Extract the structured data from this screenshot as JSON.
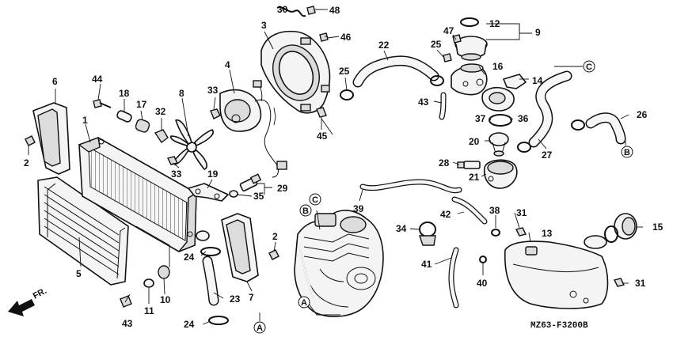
{
  "diagram_code": "MZ63-F3200B",
  "direction_label": "FR.",
  "reference_labels": {
    "A": "A",
    "B": "B",
    "C": "C"
  },
  "callouts": {
    "n1": "1",
    "n2": "2",
    "n3": "3",
    "n4": "4",
    "n5": "5",
    "n6": "6",
    "n7": "7",
    "n8": "8",
    "n9": "9",
    "n10": "10",
    "n11": "11",
    "n12": "12",
    "n13": "13",
    "n14": "14",
    "n15": "15",
    "n16": "16",
    "n17": "17",
    "n18": "18",
    "n19": "19",
    "n20": "20",
    "n21": "21",
    "n22": "22",
    "n23": "23",
    "n24": "24",
    "n25": "25",
    "n26": "26",
    "n27": "27",
    "n28": "28",
    "n29": "29",
    "n30": "30",
    "n31": "31",
    "n32": "32",
    "n33": "33",
    "n34": "34",
    "n35": "35",
    "n36": "36",
    "n37": "37",
    "n38": "38",
    "n39": "39",
    "n40": "40",
    "n41": "41",
    "n42": "42",
    "n43": "43",
    "n44": "44",
    "n45": "45",
    "n46": "46",
    "n47": "47",
    "n48": "48"
  }
}
